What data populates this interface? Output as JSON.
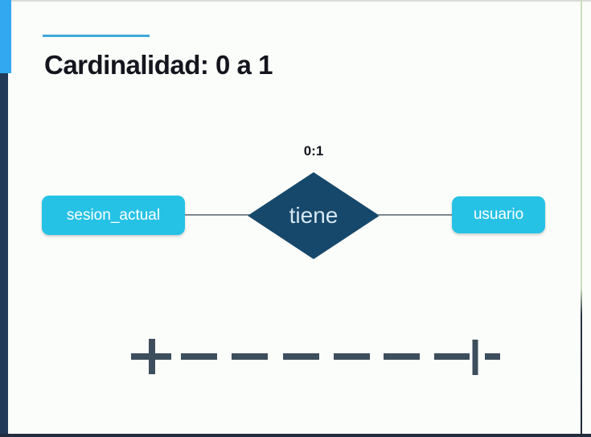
{
  "slide": {
    "title": "Cardinalidad: 0 a 1",
    "cardinality_label": "0:1",
    "diagram": {
      "left_entity": "sesion_actual",
      "relationship": "tiene",
      "right_entity": "usuario"
    },
    "notation": {
      "description": "optional-to-one cardinality shown as dashed line: plus-cross on left, six dashes, vertical one-bar and short end dash on right",
      "symbols": [
        "plus-cross",
        "dash",
        "dash",
        "dash",
        "dash",
        "dash",
        "dash",
        "one-bar",
        "dash"
      ]
    }
  },
  "colors": {
    "background": "#fbfdfa",
    "accent_blue": "#31a8f0",
    "sidebar_navy": "#223a57",
    "underline_blue": "#3fa9d9",
    "title_color": "#15151f",
    "entity_cyan": "#26c2e5",
    "entity_text": "#ffffff",
    "diamond_navy": "#16486b",
    "diamond_text": "#d6e7f0",
    "connector_gray": "#7d8890",
    "notation_slate": "#3d4e5c"
  }
}
